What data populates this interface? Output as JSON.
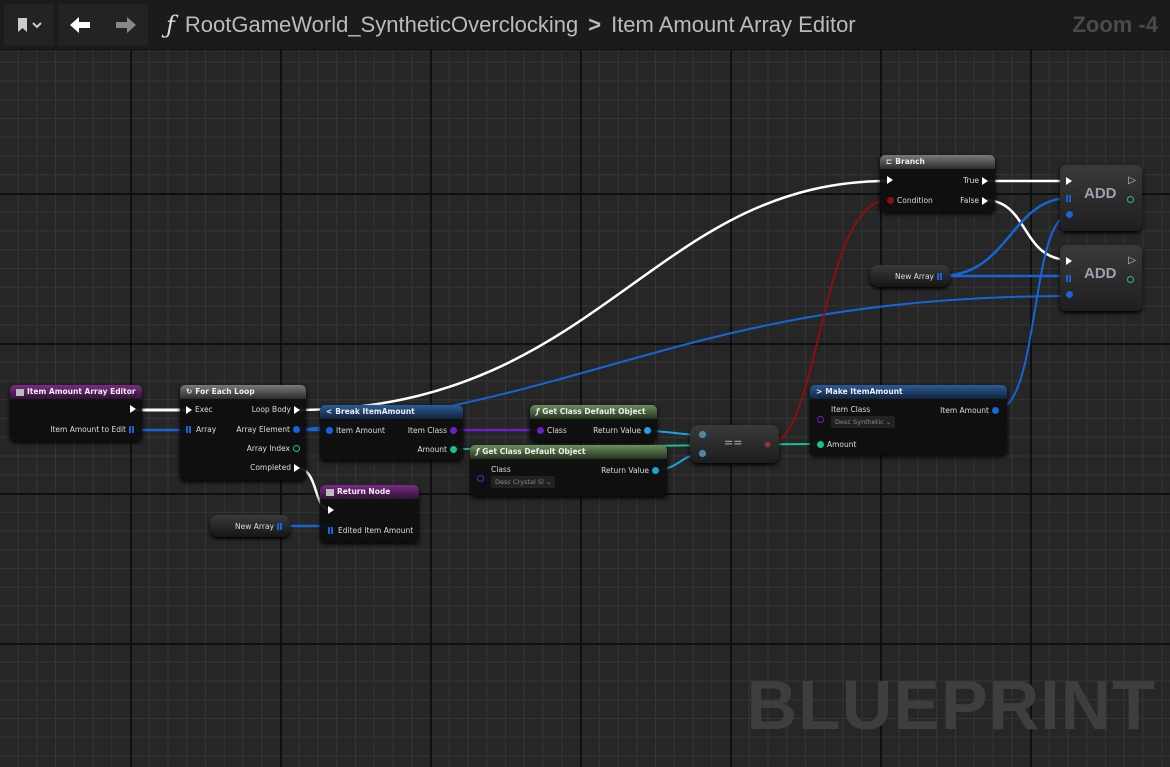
{
  "toolbar": {
    "bookmark_icon": "bookmark-icon",
    "back_icon": "arrow-left",
    "forward_icon": "arrow-right",
    "function_symbol": "ƒ",
    "graph_name": "RootGameWorld_SyntheticOverclocking",
    "separator": ">",
    "function_name": "Item Amount Array Editor",
    "zoom": "Zoom -4"
  },
  "watermark": "BLUEPRINT",
  "nodes": {
    "entry": {
      "title": "Item Amount Array Editor",
      "pin_array": "Item Amount to Edit"
    },
    "foreach": {
      "title": "For Each Loop",
      "exec": "Exec",
      "array": "Array",
      "loop_body": "Loop Body",
      "array_element": "Array Element",
      "array_index": "Array Index",
      "completed": "Completed"
    },
    "break": {
      "title": "Break ItemAmount",
      "item_amount": "Item Amount",
      "item_class": "Item Class",
      "amount": "Amount"
    },
    "return": {
      "title": "Return Node",
      "edited": "Edited Item Amount"
    },
    "new_array_1": "New Array",
    "new_array_2": "New Array",
    "gcdo1": {
      "title": "Get Class Default Object",
      "class": "Class",
      "return": "Return Value"
    },
    "gcdo2": {
      "title": "Get Class Default Object",
      "class": "Class",
      "return": "Return Value",
      "class_value": "Desc Crystal Sl"
    },
    "equals": {
      "symbol": "=="
    },
    "make": {
      "title": "Make ItemAmount",
      "item_class": "Item Class",
      "class_value": "Desc Synthetic",
      "amount": "Amount",
      "item_amount": "Item Amount"
    },
    "branch": {
      "title": "Branch",
      "condition": "Condition",
      "true": "True",
      "false": "False"
    },
    "add1": "ADD",
    "add2": "ADD"
  }
}
